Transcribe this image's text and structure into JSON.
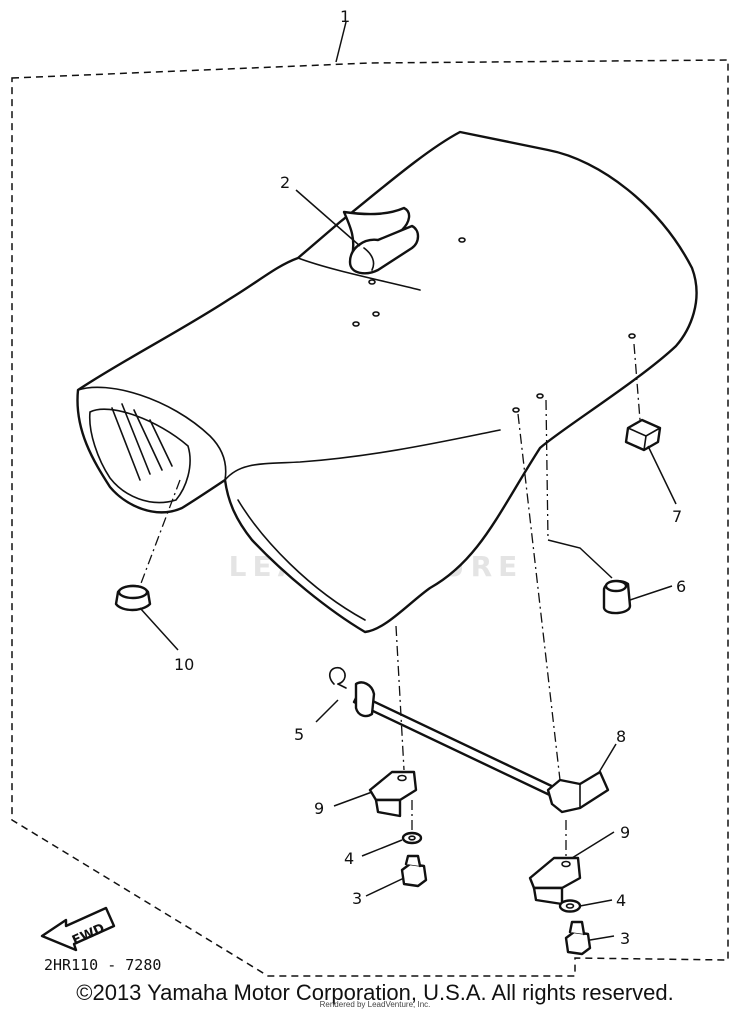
{
  "diagram": {
    "kit_code": "2HR110 - 7280",
    "fwd_label": "FWD",
    "watermark": "LEADVENTURE",
    "copyright": "©2013 Yamaha Motor Corporation, U.S.A. All rights reserved.",
    "credit": "Rendered by LeadVenture, Inc.",
    "callouts": [
      {
        "id": "c1",
        "label": "1"
      },
      {
        "id": "c2",
        "label": "2"
      },
      {
        "id": "c3a",
        "label": "3"
      },
      {
        "id": "c3b",
        "label": "3"
      },
      {
        "id": "c4a",
        "label": "4"
      },
      {
        "id": "c4b",
        "label": "4"
      },
      {
        "id": "c5",
        "label": "5"
      },
      {
        "id": "c6",
        "label": "6"
      },
      {
        "id": "c7",
        "label": "7"
      },
      {
        "id": "c8",
        "label": "8"
      },
      {
        "id": "c9a",
        "label": "9"
      },
      {
        "id": "c9b",
        "label": "9"
      },
      {
        "id": "c10",
        "label": "10"
      }
    ]
  }
}
